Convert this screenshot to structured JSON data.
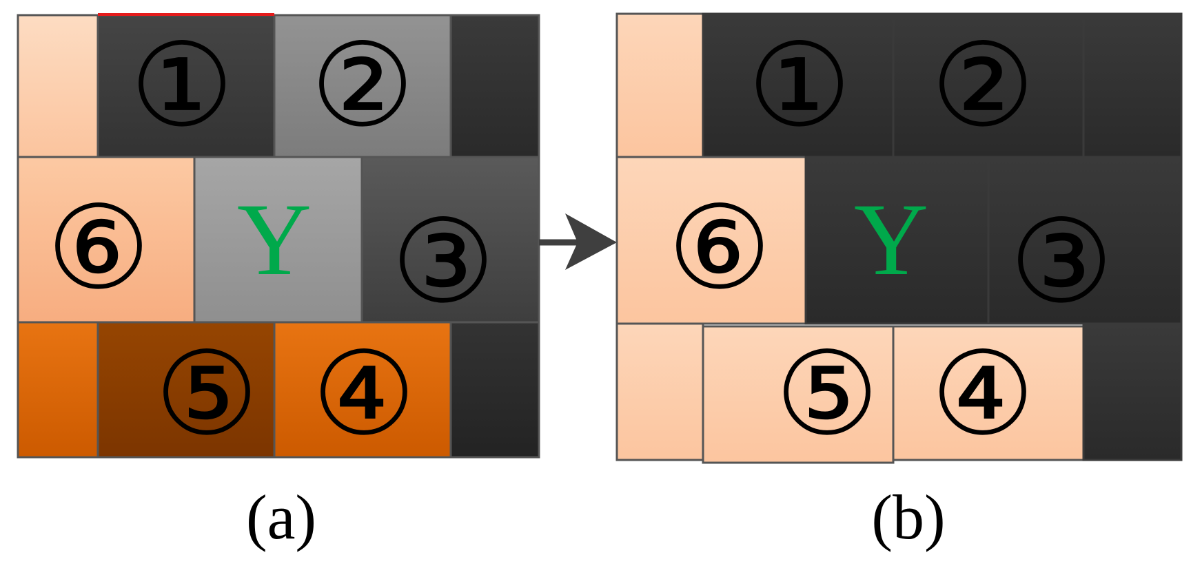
{
  "colors": {
    "light_peach": "#fdd0ad",
    "peach_mid": "#f7b389",
    "peach_b": "#fccaa4",
    "orange_bright": "#e46f0a",
    "orange_dark": "#8b3d00",
    "gray_dark": "#4a4a4a",
    "gray_mid": "#8e8e8e",
    "gray_light": "#a7a7a7",
    "near_black": "#333333",
    "black_cell": "#2b2b2b",
    "y_green": "#00a94b",
    "top_red": "#e41b1b",
    "border": "#555555",
    "arrow": "#3f3f3f"
  },
  "panels": {
    "a": {
      "caption": "(a)",
      "labels": {
        "c1": "①",
        "c2": "②",
        "c3": "③",
        "c4": "④",
        "c5": "⑤",
        "c6": "⑥",
        "center": "Y"
      }
    },
    "b": {
      "caption": "(b)",
      "labels": {
        "c1": "①",
        "c2": "②",
        "c3": "③",
        "c4": "④",
        "c5": "⑤",
        "c6": "⑥",
        "center": "Y"
      }
    }
  }
}
